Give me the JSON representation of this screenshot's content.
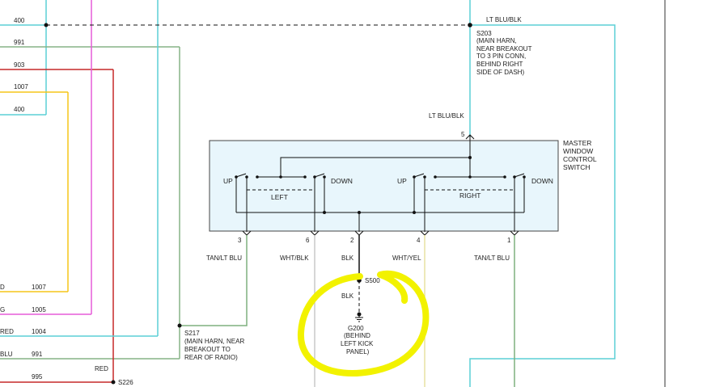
{
  "colors": {
    "teal": "#5ccfd6",
    "magenta": "#e55cd8",
    "green": "#86b386",
    "red": "#c62828",
    "yellow_orange": "#f5c518",
    "tan_lt_blu": "#7fb07f",
    "wht_blk": "#c9c9c9",
    "wht_yel": "#e7e2a2",
    "switch_fill": "#e8f6fc",
    "highlight": "#f2f200",
    "wire_black": "#111111"
  },
  "left_wires": {
    "w400_top": "400",
    "w991_top": "991",
    "w903": "903",
    "w1007_top": "1007",
    "w400_mid": "400",
    "w1007_bottom_color": "D",
    "w1007_bottom": "1007",
    "w1005_color": "G",
    "w1005": "1005",
    "w1004_color": "RED",
    "w1004": "1004",
    "w991_bottom_color": "BLU",
    "w991_bottom": "991",
    "w995": "995",
    "red_label": "RED",
    "s226": "S226"
  },
  "splices": {
    "s203_id": "S203",
    "s203_desc": [
      "(MAIN HARN,",
      "NEAR BREAKOUT",
      "TO 3 PIN CONN,",
      "BEHIND RIGHT",
      "SIDE OF DASH)"
    ],
    "s217_id": "S217",
    "s217_desc": [
      "(MAIN HARN, NEAR",
      "BREAKOUT TO",
      "REAR OF RADIO)"
    ],
    "s500_id": "S500"
  },
  "ground": {
    "id": "G200",
    "desc": [
      "(BEHIND",
      "LEFT KICK",
      "PANEL)"
    ]
  },
  "top_wire_color": "LT BLU/BLK",
  "pin5_color": "LT BLU/BLK",
  "switch": {
    "title": [
      "MASTER",
      "WINDOW",
      "CONTROL",
      "SWITCH"
    ],
    "left_up": "UP",
    "left_down": "DOWN",
    "left_name": "LEFT",
    "right_up": "UP",
    "right_down": "DOWN",
    "right_name": "RIGHT",
    "pin5": "5"
  },
  "pins": [
    {
      "num": "3",
      "color": "TAN/LT BLU"
    },
    {
      "num": "6",
      "color": "WHT/BLK"
    },
    {
      "num": "2",
      "color": "BLK"
    },
    {
      "num": "4",
      "color": "WHT/YEL"
    },
    {
      "num": "1",
      "color": "TAN/LT BLU"
    }
  ],
  "ground_wire_color": "BLK"
}
